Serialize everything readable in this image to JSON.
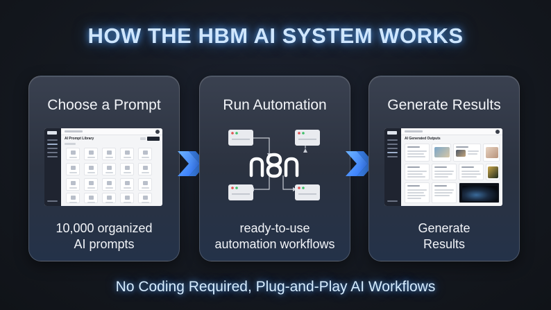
{
  "title": "HOW THE HBM AI SYSTEM WORKS",
  "steps": [
    {
      "title": "Choose a Prompt",
      "caption_lines": [
        "10,000 organized",
        "AI prompts"
      ],
      "screenshot": {
        "logo": "H|BM",
        "page_title": "AI Prompt Library"
      }
    },
    {
      "title": "Run Automation",
      "caption_lines": [
        "ready-to-use",
        "automation workflows"
      ],
      "logo_glyph": "n8n"
    },
    {
      "title": "Generate Results",
      "caption_lines": [
        "Generate",
        "Results"
      ],
      "screenshot": {
        "logo": "H|BM",
        "page_title": "AI Generated Outputs"
      }
    }
  ],
  "footer": "No Coding Required, Plug-and-Play AI Workflows",
  "colors": {
    "title_glow": "#5aaaff",
    "chevron": "#3d8bff",
    "card_bg": "#2b3240"
  },
  "icons": [
    "double-chevron-right-icon",
    "n8n-logo-icon",
    "workflow-node-icon"
  ]
}
